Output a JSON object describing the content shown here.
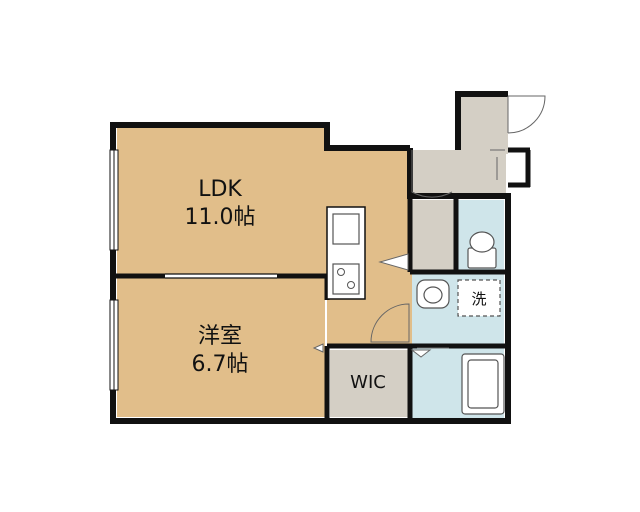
{
  "rooms": {
    "ldk": {
      "name": "LDK",
      "size": "11.0帖"
    },
    "bed": {
      "name": "洋室",
      "size": "6.7帖"
    },
    "wic": {
      "name": "WIC"
    },
    "washer": {
      "symbol": "洗"
    }
  },
  "colors": {
    "wall": "#111111",
    "living_floor": "#e1be8a",
    "service_floor": "#d4cfc5",
    "wet_floor": "#cfe5ea",
    "fixture_line": "#666666"
  }
}
